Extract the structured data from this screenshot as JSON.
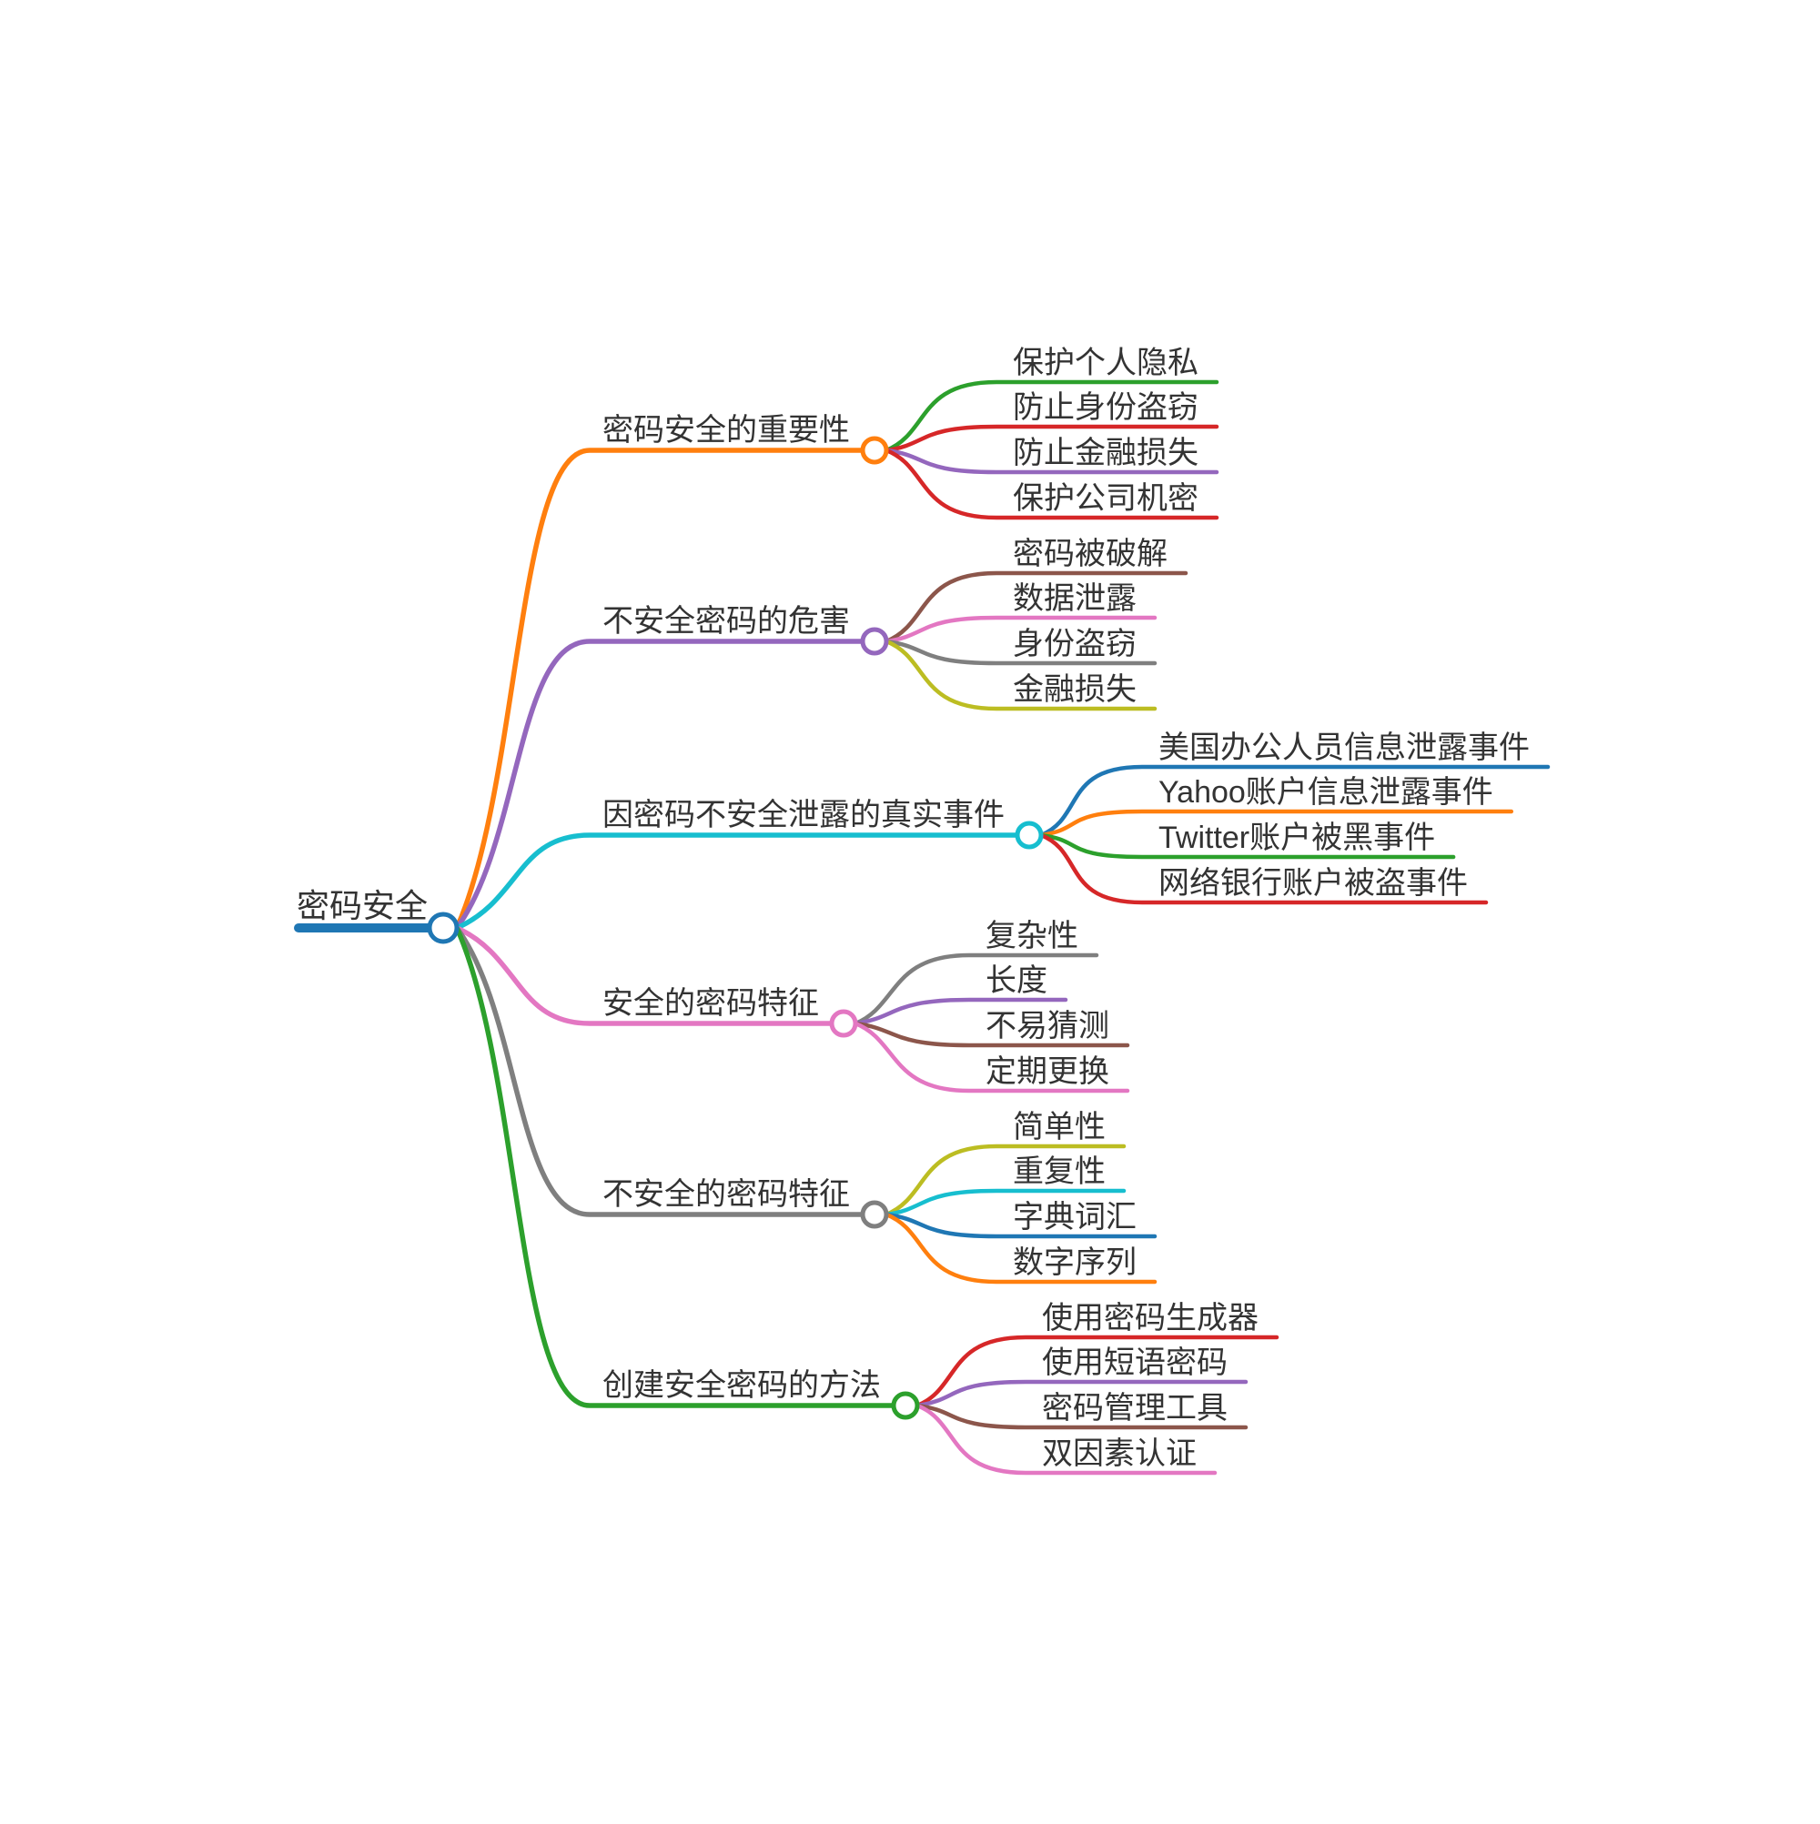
{
  "title": "密码安全",
  "root": {
    "label": "密码安全",
    "color": "#1f77b4",
    "children": [
      {
        "label": "密码安全的重要性",
        "color": "#ff7f0e",
        "children": [
          {
            "label": "保护个人隐私",
            "color": "#2ca02c"
          },
          {
            "label": "防止身份盗窃",
            "color": "#d62728"
          },
          {
            "label": "防止金融损失",
            "color": "#9467bd"
          },
          {
            "label": "保护公司机密",
            "color": "#d62728"
          }
        ]
      },
      {
        "label": "不安全密码的危害",
        "color": "#9467bd",
        "children": [
          {
            "label": "密码被破解",
            "color": "#8c564b"
          },
          {
            "label": "数据泄露",
            "color": "#e377c2"
          },
          {
            "label": "身份盗窃",
            "color": "#7f7f7f"
          },
          {
            "label": "金融损失",
            "color": "#bcbd22"
          }
        ]
      },
      {
        "label": "因密码不安全泄露的真实事件",
        "color": "#17becf",
        "children": [
          {
            "label": "美国办公人员信息泄露事件",
            "color": "#1f77b4"
          },
          {
            "label": "Yahoo账户信息泄露事件",
            "color": "#ff7f0e"
          },
          {
            "label": "Twitter账户被黑事件",
            "color": "#2ca02c"
          },
          {
            "label": "网络银行账户被盗事件",
            "color": "#d62728"
          }
        ]
      },
      {
        "label": "安全的密码特征",
        "color": "#e377c2",
        "children": [
          {
            "label": "复杂性",
            "color": "#7f7f7f"
          },
          {
            "label": "长度",
            "color": "#9467bd"
          },
          {
            "label": "不易猜测",
            "color": "#8c564b"
          },
          {
            "label": "定期更换",
            "color": "#e377c2"
          }
        ]
      },
      {
        "label": "不安全的密码特征",
        "color": "#7f7f7f",
        "children": [
          {
            "label": "简单性",
            "color": "#bcbd22"
          },
          {
            "label": "重复性",
            "color": "#17becf"
          },
          {
            "label": "字典词汇",
            "color": "#1f77b4"
          },
          {
            "label": "数字序列",
            "color": "#ff7f0e"
          }
        ]
      },
      {
        "label": "创建安全密码的方法",
        "color": "#2ca02c",
        "children": [
          {
            "label": "使用密码生成器",
            "color": "#d62728"
          },
          {
            "label": "使用短语密码",
            "color": "#9467bd"
          },
          {
            "label": "密码管理工具",
            "color": "#8c564b"
          },
          {
            "label": "双因素认证",
            "color": "#e377c2"
          }
        ]
      }
    ]
  }
}
